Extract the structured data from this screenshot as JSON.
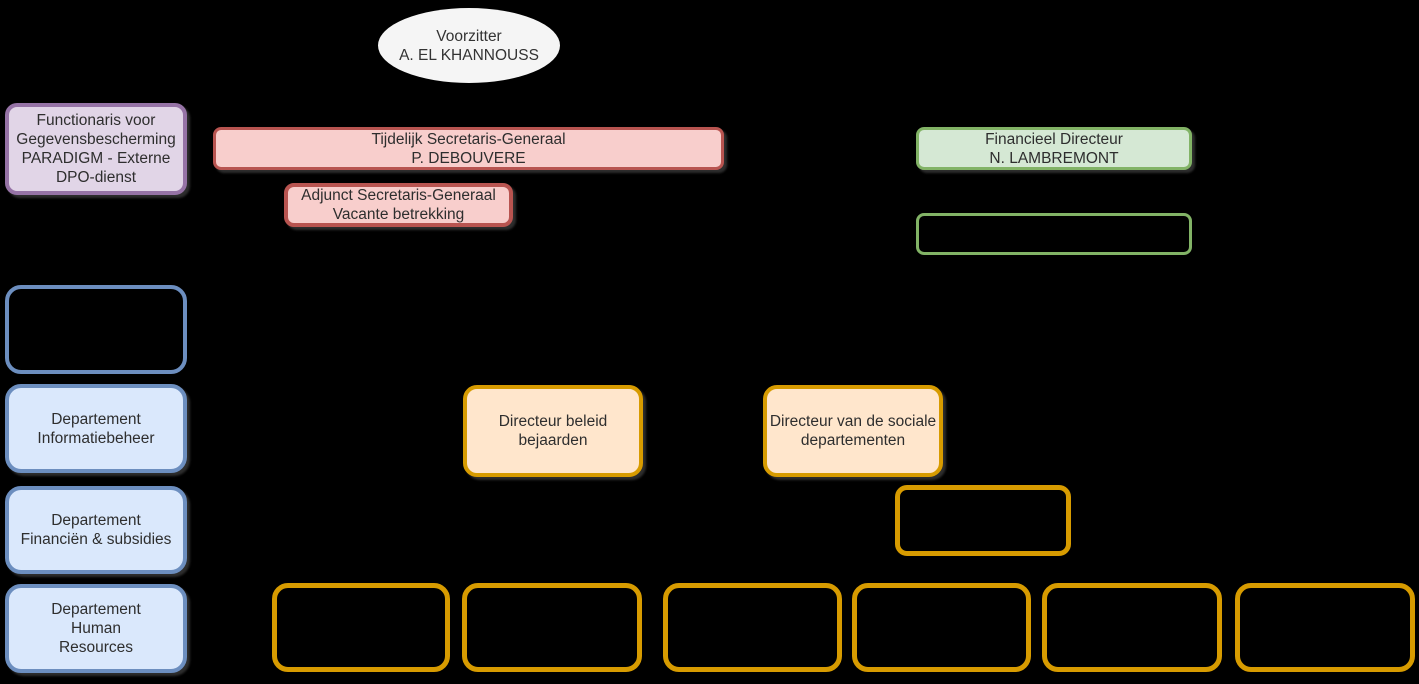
{
  "palette": {
    "background": "#000000",
    "label_text": "#2e2e2e",
    "ellipse_fill": "#f5f5f5",
    "purple_fill": "#e1d5e7",
    "purple_stroke": "#9673a6",
    "red_fill": "#f8cecc",
    "red_stroke": "#b85450",
    "green_fill": "#d5e8d4",
    "green_stroke": "#82b366",
    "blue_fill": "#dae8fc",
    "blue_stroke": "#6c8ebf",
    "orange_fill": "#ffe6cc",
    "orange_stroke": "#d79b00"
  },
  "nodes": {
    "voorzitter": {
      "lines": [
        "Voorzitter",
        "A. EL KHANNOUSS"
      ]
    },
    "dpo": {
      "lines": [
        "Functionaris voor",
        "Gegevensbescherming",
        "PARADIGM - Externe",
        "DPO-dienst"
      ]
    },
    "secretaris_generaal": {
      "lines": [
        "Tijdelijk Secretaris-Generaal",
        "P. DEBOUVERE"
      ]
    },
    "adjunct_secretaris": {
      "lines": [
        "Adjunct Secretaris-Generaal",
        "Vacante betrekking"
      ]
    },
    "financieel_directeur": {
      "lines": [
        "Financieel Directeur",
        "N. LAMBREMONT"
      ]
    },
    "dept_informatiebeheer": {
      "lines": [
        "Departement",
        "Informatiebeheer"
      ]
    },
    "dept_financien": {
      "lines": [
        "Departement",
        "Financiën & subsidies"
      ]
    },
    "dept_human_resources": {
      "lines": [
        "Departement",
        "Human",
        "Resources"
      ]
    },
    "dir_beleid_bejaarden": {
      "lines": [
        "Directeur beleid",
        "bejaarden"
      ]
    },
    "dir_sociale_departementen": {
      "lines": [
        "Directeur van de sociale",
        "departementen"
      ]
    }
  }
}
